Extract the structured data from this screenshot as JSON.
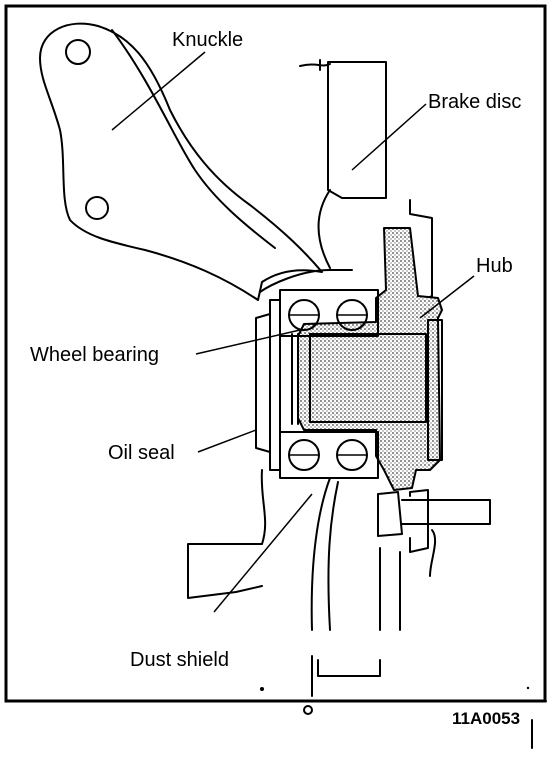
{
  "labels": {
    "knuckle": "Knuckle",
    "brake_disc": "Brake disc",
    "hub": "Hub",
    "wheel_bearing": "Wheel bearing",
    "oil_seal": "Oil seal",
    "dust_shield": "Dust shield"
  },
  "figure_code": "11A0053"
}
